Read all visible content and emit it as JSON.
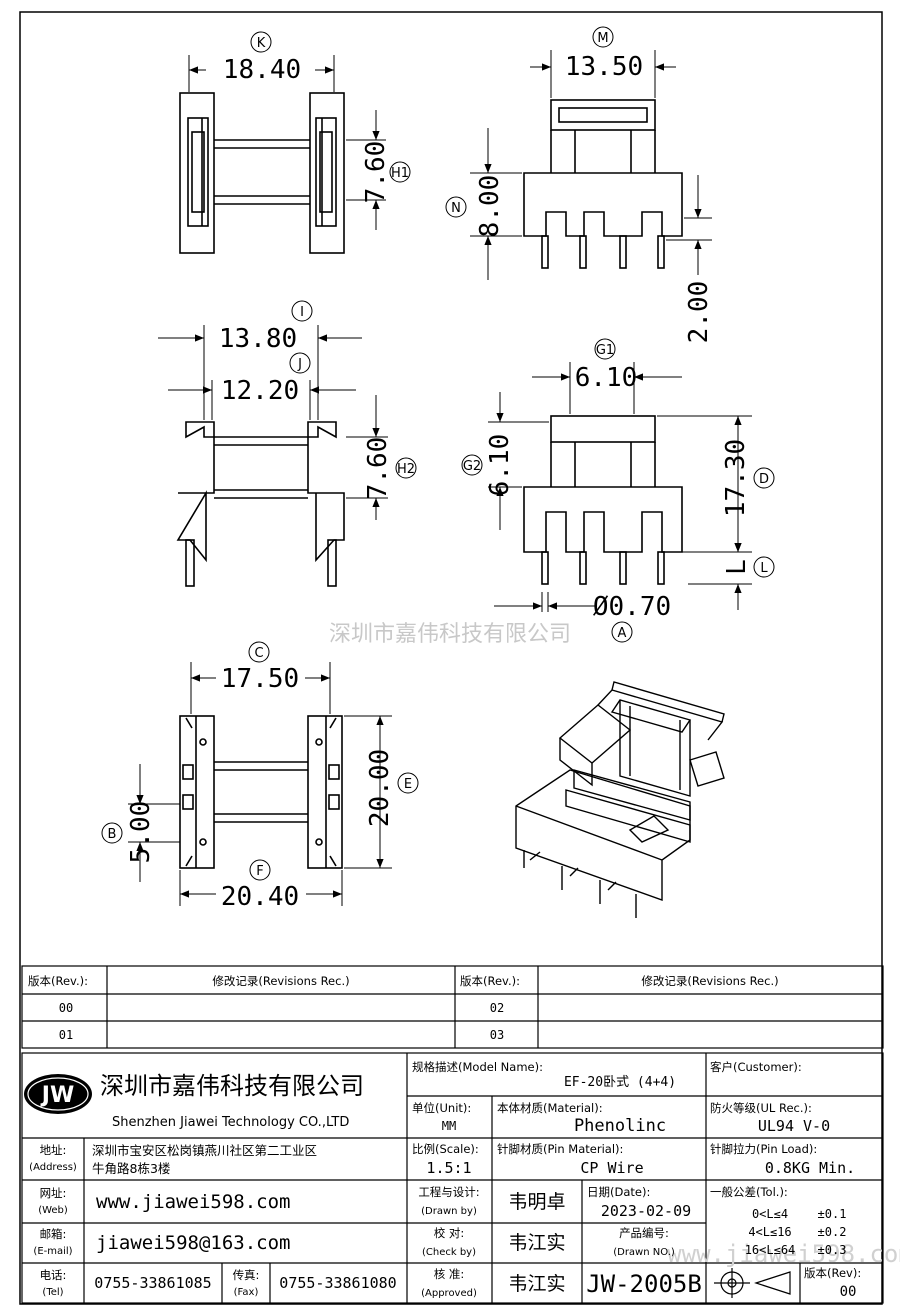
{
  "dimensions": {
    "k": {
      "tag": "K",
      "value": "18.40"
    },
    "m": {
      "tag": "M",
      "value": "13.50"
    },
    "h1": {
      "tag": "H1",
      "value": "7.60"
    },
    "n": {
      "tag": "N",
      "value": "8.00"
    },
    "pin_len_top": {
      "value": "2.00"
    },
    "i": {
      "tag": "I",
      "value": "13.80"
    },
    "j": {
      "tag": "J",
      "value": "12.20"
    },
    "h2": {
      "tag": "H2",
      "value": "7.60"
    },
    "g1": {
      "tag": "G1",
      "value": "6.10"
    },
    "g2": {
      "tag": "G2",
      "value": "6.10"
    },
    "d": {
      "tag": "D",
      "value": "17.30"
    },
    "l": {
      "tag": "L",
      "value": "L"
    },
    "a": {
      "tag": "A",
      "value": "Ø0.70"
    },
    "c": {
      "tag": "C",
      "value": "17.50"
    },
    "e": {
      "tag": "E",
      "value": "20.00"
    },
    "b": {
      "tag": "B",
      "value": "5.00"
    },
    "f": {
      "tag": "F",
      "value": "20.40"
    }
  },
  "watermark": "深圳市嘉伟科技有限公司",
  "watermark_url": "www.jiawei598.com",
  "revisions": {
    "rev_header": "版本(Rev.):",
    "rec_header": "修改记录(Revisions Rec.)",
    "rows": [
      {
        "left_rev": "00",
        "right_rev": "02"
      },
      {
        "left_rev": "01",
        "right_rev": "03"
      }
    ]
  },
  "company": {
    "logo": "JW",
    "name_cn": "深圳市嘉伟科技有限公司",
    "name_en": "Shenzhen Jiawei Technology CO.,LTD",
    "address_label": "地址:",
    "address_label_en": "(Address)",
    "address_line1": "深圳市宝安区松岗镇燕川社区第二工业区",
    "address_line2": "牛角路8栋3楼",
    "web_label": "网址:",
    "web_label_en": "(Web)",
    "web": "www.jiawei598.com",
    "email_label": "邮箱:",
    "email_label_en": "(E-mail)",
    "email": "jiawei598@163.com",
    "tel_label": "电话:",
    "tel_label_en": "(Tel)",
    "tel": "0755-33861085",
    "fax_label": "传真:",
    "fax_label_en": "(Fax)",
    "fax": "0755-33861080"
  },
  "spec": {
    "model_label": "规格描述(Model Name):",
    "model": "EF-20卧式 (4+4)",
    "customer_label": "客户(Customer):",
    "customer": "",
    "unit_label": "单位(Unit):",
    "unit": "MM",
    "material_label": "本体材质(Material):",
    "material": "Phenolinc",
    "ul_label": "防火等级(UL Rec.):",
    "ul": "UL94 V-0",
    "scale_label": "比例(Scale):",
    "scale": "1.5:1",
    "pin_material_label": "针脚材质(Pin Material):",
    "pin_material": "CP Wire",
    "pin_load_label": "针脚拉力(Pin Load):",
    "pin_load": "0.8KG Min.",
    "drawn_label": "工程与设计:",
    "drawn_label_en": "(Drawn by)",
    "drawn_by": "韦明卓",
    "date_label": "日期(Date):",
    "date": "2023-02-09",
    "tol_label": "一般公差(Tol.):",
    "tol_rows": [
      {
        "range": "0<L≤4",
        "tol": "±0.1"
      },
      {
        "range": "4<L≤16",
        "tol": "±0.2"
      },
      {
        "range": "16<L≤64",
        "tol": "±0.3"
      }
    ],
    "check_label": "校  对:",
    "check_label_en": "(Check by)",
    "check_by": "韦江实",
    "drawn_no_label": "产品编号:",
    "drawn_no_label_en": "(Drawn NO.)",
    "drawing_no": "JW-2005B",
    "approved_label": "核  准:",
    "approved_label_en": "(Approved)",
    "approved_by": "韦江实",
    "rev_label": "版本(Rev):",
    "rev": "00"
  }
}
